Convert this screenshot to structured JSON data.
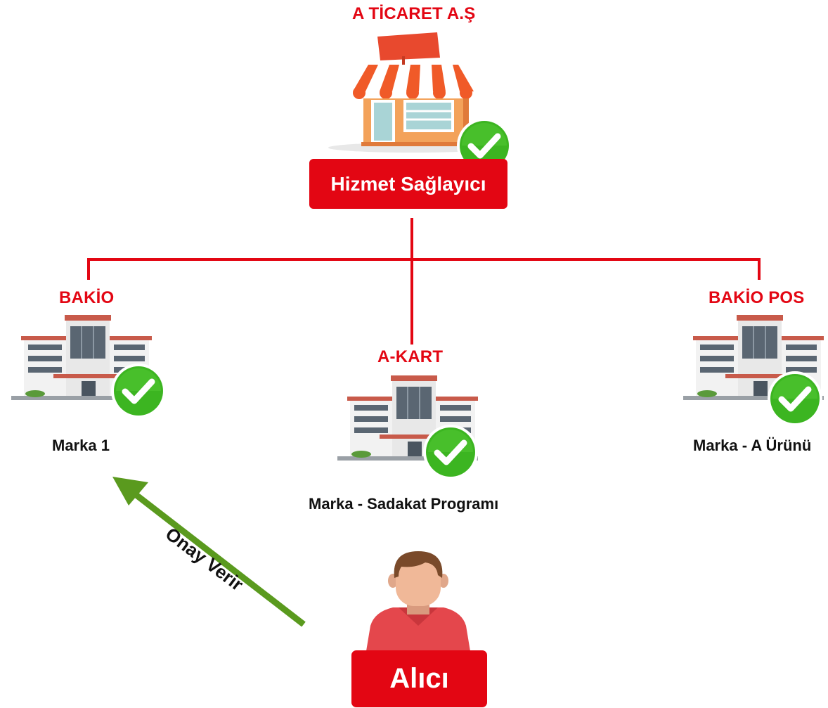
{
  "provider": {
    "company": "A TİCARET A.Ş",
    "role": "Hizmet Sağlayıcı"
  },
  "brands": [
    {
      "company": "BAKİO",
      "label": "Marka 1"
    },
    {
      "company": "A-KART",
      "label": "Marka - Sadakat Programı"
    },
    {
      "company": "BAKİO POS",
      "label": "Marka - A Ürünü"
    }
  ],
  "buyer": {
    "role": "Alıcı"
  },
  "arrow": {
    "label": "Onay Verir",
    "color": "#5a9a1e"
  },
  "colors": {
    "accent": "#e30613",
    "check": "#3cb521"
  }
}
